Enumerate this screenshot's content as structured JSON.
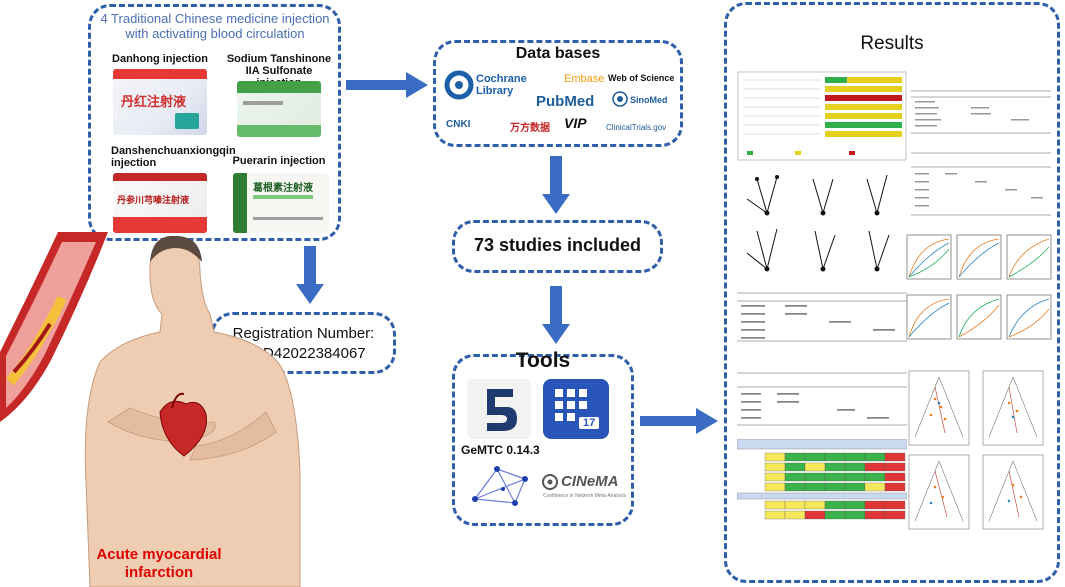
{
  "medicines_box": {
    "title": "4 Traditional Chinese medicine injection with activating blood circulation",
    "drugs": [
      {
        "name": "Danhong injection",
        "package_text": "丹红注射液",
        "color": "#e53935"
      },
      {
        "name": "Sodium Tanshinone IIA Sulfonate injection",
        "package_text": "",
        "color": "#4caf50"
      },
      {
        "name": "Danshenchuanxiongqin injection",
        "package_text": "丹参川芎嗪注射液",
        "color": "#c62828"
      },
      {
        "name": "Puerarin injection",
        "package_text": "葛根素注射液",
        "color": "#2e7d32"
      }
    ]
  },
  "registration": {
    "line1": "Registration Number:",
    "line2": "CRD42022384067"
  },
  "databases": {
    "title": "Data bases",
    "logos": [
      "Cochrane Library",
      "Embase",
      "Web of Science",
      "PubMed",
      "SinoMed",
      "CNKI",
      "万方数据",
      "VIP",
      "ClinicalTrials.gov"
    ]
  },
  "studies": {
    "label": "73 studies included"
  },
  "tools": {
    "title": "Tools",
    "app_badge": "17",
    "gemtc": "GeMTC 0.14.3",
    "cinema": "CINeMA",
    "cinema_sub": "Confidence in Network Meta-Analysis"
  },
  "results": {
    "title": "Results"
  },
  "disease": {
    "label": "Acute myocardial infarction"
  },
  "colors": {
    "border": "#2f5faa",
    "arrow": "#3a6cc4",
    "disease_text": "#e00000"
  }
}
